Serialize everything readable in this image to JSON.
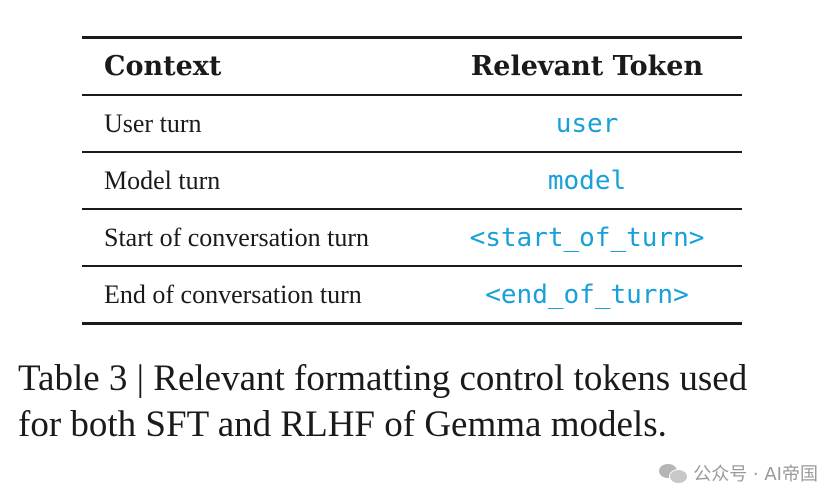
{
  "table": {
    "headers": {
      "context": "Context",
      "token": "Relevant Token"
    },
    "rows": [
      {
        "context": "User turn",
        "token": "user"
      },
      {
        "context": "Model turn",
        "token": "model"
      },
      {
        "context": "Start of conversation turn",
        "token": "<start_of_turn>"
      },
      {
        "context": "End of conversation turn",
        "token": "<end_of_turn>"
      }
    ],
    "token_color": "#1aa0d8"
  },
  "caption": {
    "line1": "Table 3 | Relevant formatting control tokens used",
    "line2": "for both SFT and RLHF of Gemma models."
  },
  "watermark": {
    "icon": "wechat-icon",
    "text": "公众号 · AI帝国"
  }
}
